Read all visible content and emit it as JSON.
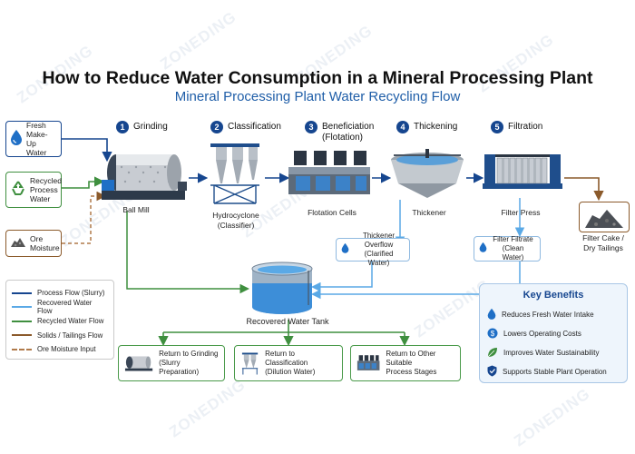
{
  "title": "How to Reduce Water Consumption in a Mineral Processing Plant",
  "subtitle": "Mineral Processing Plant Water Recycling Flow",
  "watermark": "ZONEDING",
  "colors": {
    "process_flow": "#16468f",
    "recovered_water": "#5aa9e6",
    "recycled_water": "#3f8f3f",
    "solids_tailings": "#8b5a2b",
    "ore_moisture": "#b07a4a",
    "accent": "#16468f"
  },
  "steps": [
    {
      "num": "1",
      "label": "Grinding"
    },
    {
      "num": "2",
      "label": "Classification"
    },
    {
      "num": "3",
      "label": "Beneficiation\n(Flotation)"
    },
    {
      "num": "4",
      "label": "Thickening"
    },
    {
      "num": "5",
      "label": "Filtration"
    }
  ],
  "inputs": [
    {
      "label": "Fresh\nMake-Up\nWater",
      "icon": "water-drop-icon"
    },
    {
      "label": "Recycled\nProcess\nWater",
      "icon": "recycle-icon"
    },
    {
      "label": "Ore\nMoisture",
      "icon": "ore-pile-icon"
    }
  ],
  "equipment": {
    "ball_mill": "Ball Mill",
    "hydrocyclone": "Hydrocyclone\n(Classifier)",
    "flotation": "Flotation Cells",
    "thickener": "Thickener",
    "filter_press": "Filter Press",
    "filter_cake": "Filter Cake /\nDry Tailings"
  },
  "notes": {
    "thickener_overflow": "Thickener Overflow\n(Clarified Water)",
    "filter_filtrate": "Filter Filtrate\n(Clean Water)"
  },
  "tank": {
    "label": "Recovered Water Tank"
  },
  "legend": [
    {
      "label": "Process Flow (Slurry)",
      "style": "solid",
      "color_key": "process_flow"
    },
    {
      "label": "Recovered Water Flow",
      "style": "solid",
      "color_key": "recovered_water"
    },
    {
      "label": "Recycled Water Flow",
      "style": "solid",
      "color_key": "recycled_water"
    },
    {
      "label": "Solids / Tailings Flow",
      "style": "solid",
      "color_key": "solids_tailings"
    },
    {
      "label": "Ore Moisture Input",
      "style": "dashed",
      "color_key": "ore_moisture"
    }
  ],
  "benefits": {
    "title": "Key Benefits",
    "items": [
      {
        "label": "Reduces Fresh Water Intake",
        "icon": "water-drop-icon"
      },
      {
        "label": "Lowers Operating Costs",
        "icon": "dollar-coin-icon"
      },
      {
        "label": "Improves Water Sustainability",
        "icon": "leaf-icon"
      },
      {
        "label": "Supports Stable Plant Operation",
        "icon": "shield-check-icon"
      }
    ]
  },
  "returns": [
    {
      "label": "Return to Grinding\n(Slurry Preparation)"
    },
    {
      "label": "Return to Classification\n(Dilution Water)"
    },
    {
      "label": "Return to Other Suitable\nProcess Stages"
    }
  ]
}
